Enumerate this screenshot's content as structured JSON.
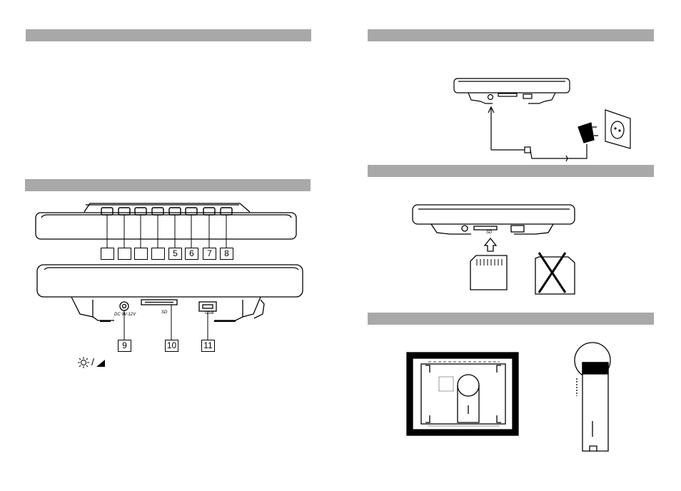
{
  "header_bars": [
    {
      "id": "left-top"
    },
    {
      "id": "left-buttons"
    },
    {
      "id": "right-power"
    },
    {
      "id": "right-card"
    },
    {
      "id": "right-stand"
    }
  ],
  "callouts": {
    "blank": [
      "",
      "",
      "",
      ""
    ],
    "numbered": [
      "5",
      "6",
      "7",
      "8"
    ],
    "bottom": [
      "9",
      "10",
      "11"
    ]
  },
  "port_labels": {
    "dc_in": "DC 9V-12V",
    "sd": "SD",
    "usb": "USB"
  },
  "legend": {
    "separator": "/",
    "icons": [
      "brightness-sun-icon",
      "volume-wedge-icon"
    ]
  }
}
